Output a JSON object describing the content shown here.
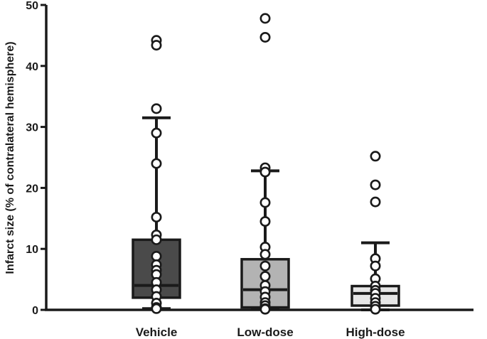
{
  "chart_data": {
    "type": "box",
    "ylabel": "Infarct size (% of contralateral hemisphere)",
    "xlabel": "",
    "ylim": [
      0,
      50
    ],
    "yticks": [
      0,
      10,
      20,
      30,
      40,
      50
    ],
    "grid": false,
    "categories": [
      "Vehicle",
      "Low-dose",
      "High-dose"
    ],
    "boxes": [
      {
        "category": "Vehicle",
        "color": "#4a4a4a",
        "q1": 2.0,
        "median": 4.0,
        "q3": 11.5,
        "whisker_low": 0.2,
        "whisker_high": 31.5,
        "points": [
          44.2,
          43.4,
          33.0,
          29.0,
          24.0,
          15.2,
          12.3,
          11.5,
          8.8,
          7.4,
          6.5,
          5.8,
          4.5,
          3.3,
          2.2,
          1.1,
          0.4,
          0.2
        ]
      },
      {
        "category": "Low-dose",
        "color": "#b3b3b3",
        "q1": 0.4,
        "median": 3.3,
        "q3": 8.3,
        "whisker_low": 0.1,
        "whisker_high": 22.8,
        "points": [
          47.8,
          44.7,
          23.3,
          22.6,
          17.6,
          14.5,
          10.3,
          9.1,
          7.2,
          5.5,
          4.0,
          3.0,
          2.1,
          1.2,
          0.7,
          0.2,
          0.1
        ]
      },
      {
        "category": "High-dose",
        "color": "#e6e6e6",
        "q1": 0.7,
        "median": 2.7,
        "q3": 3.9,
        "whisker_low": 0.0,
        "whisker_high": 11.0,
        "points": [
          25.2,
          20.5,
          17.7,
          8.4,
          7.2,
          5.1,
          3.9,
          3.2,
          2.7,
          1.9,
          1.2,
          0.6,
          0.1
        ]
      }
    ]
  }
}
